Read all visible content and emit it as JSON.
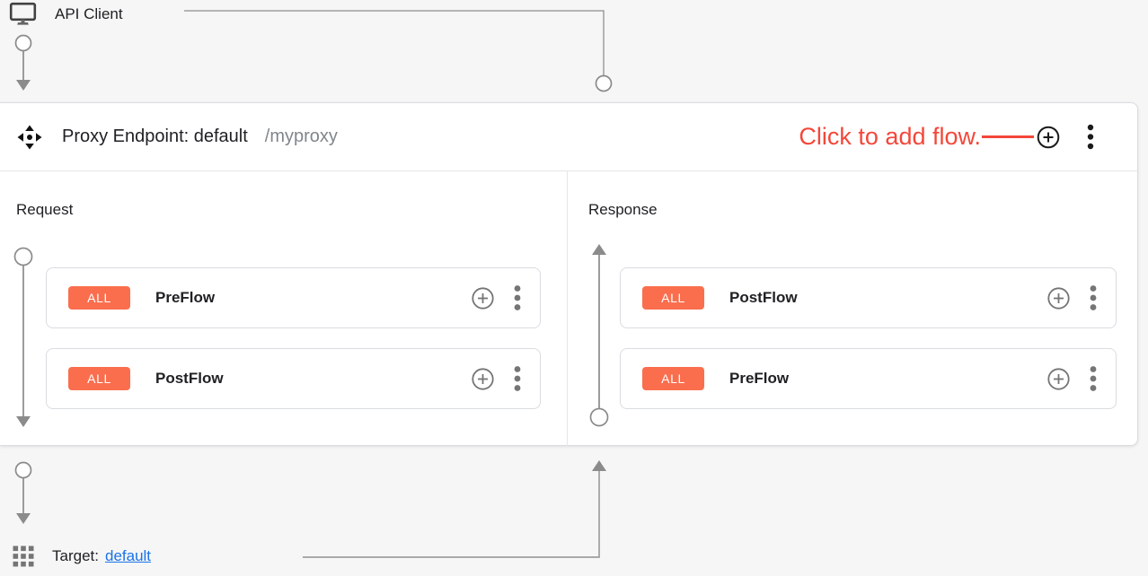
{
  "colors": {
    "accent-orange": "#fa6e4e",
    "annotation-red": "#f4473a",
    "link-blue": "#1a73e8",
    "connector-gray": "#9e9e9e",
    "text-dark": "#202124",
    "text-gray": "#80868b",
    "border-gray": "#dadce0"
  },
  "icons": {
    "api_client": "monitor-icon",
    "proxy_endpoint": "move-arrows-icon",
    "add_flow": "plus-circle-icon",
    "menu": "kebab-vertical-icon",
    "target": "apps-grid-icon",
    "connectors": "circle-line-arrow"
  },
  "api_client": {
    "label": "API Client"
  },
  "proxy_endpoint": {
    "title": "Proxy Endpoint: default",
    "path": "/myproxy",
    "annotation": "Click to add flow.",
    "request": {
      "label": "Request",
      "flows": [
        {
          "badge": "ALL",
          "name": "PreFlow"
        },
        {
          "badge": "ALL",
          "name": "PostFlow"
        }
      ]
    },
    "response": {
      "label": "Response",
      "flows": [
        {
          "badge": "ALL",
          "name": "PostFlow"
        },
        {
          "badge": "ALL",
          "name": "PreFlow"
        }
      ]
    }
  },
  "target": {
    "label": "Target:",
    "link": "default"
  }
}
